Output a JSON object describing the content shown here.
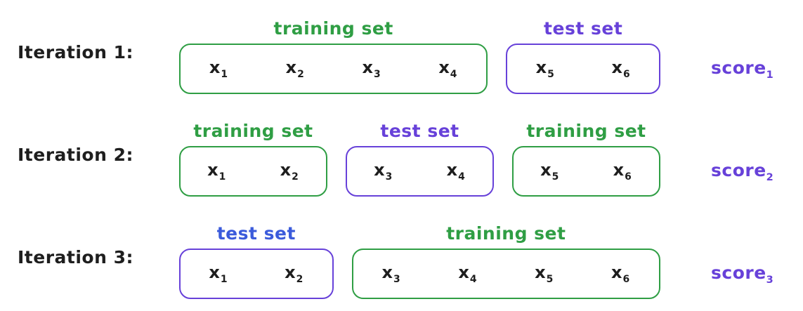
{
  "palette": {
    "green": "#2f9e44",
    "purple": "#6741d9",
    "blue": "#3b5bdb",
    "ink": "#1e1e1e"
  },
  "rows": [
    {
      "iteration": "Iteration 1:",
      "score": {
        "t": "score",
        "sub": "1"
      },
      "groups": [
        {
          "label": "training set",
          "label_color": "#2f9e44",
          "box_color": "#2f9e44",
          "items": [
            {
              "t": "x",
              "sub": "1"
            },
            {
              "t": "x",
              "sub": "2"
            },
            {
              "t": "x",
              "sub": "3"
            },
            {
              "t": "x",
              "sub": "4"
            }
          ]
        },
        {
          "label": "test set",
          "label_color": "#6741d9",
          "box_color": "#6741d9",
          "items": [
            {
              "t": "x",
              "sub": "5"
            },
            {
              "t": "x",
              "sub": "6"
            }
          ]
        }
      ]
    },
    {
      "iteration": "Iteration 2:",
      "score": {
        "t": "score",
        "sub": "2"
      },
      "groups": [
        {
          "label": "training set",
          "label_color": "#2f9e44",
          "box_color": "#2f9e44",
          "items": [
            {
              "t": "x",
              "sub": "1"
            },
            {
              "t": "x",
              "sub": "2"
            }
          ]
        },
        {
          "label": "test set",
          "label_color": "#6741d9",
          "box_color": "#6741d9",
          "items": [
            {
              "t": "x",
              "sub": "3"
            },
            {
              "t": "x",
              "sub": "4"
            }
          ]
        },
        {
          "label": "training set",
          "label_color": "#2f9e44",
          "box_color": "#2f9e44",
          "items": [
            {
              "t": "x",
              "sub": "5"
            },
            {
              "t": "x",
              "sub": "6"
            }
          ]
        }
      ]
    },
    {
      "iteration": "Iteration 3:",
      "score": {
        "t": "score",
        "sub": "3"
      },
      "groups": [
        {
          "label": "test set",
          "label_color": "#3b5bdb",
          "box_color": "#6741d9",
          "items": [
            {
              "t": "x",
              "sub": "1"
            },
            {
              "t": "x",
              "sub": "2"
            }
          ]
        },
        {
          "label": "training set",
          "label_color": "#2f9e44",
          "box_color": "#2f9e44",
          "items": [
            {
              "t": "x",
              "sub": "3"
            },
            {
              "t": "x",
              "sub": "4"
            },
            {
              "t": "x",
              "sub": "5"
            },
            {
              "t": "x",
              "sub": "6"
            }
          ]
        }
      ]
    }
  ]
}
